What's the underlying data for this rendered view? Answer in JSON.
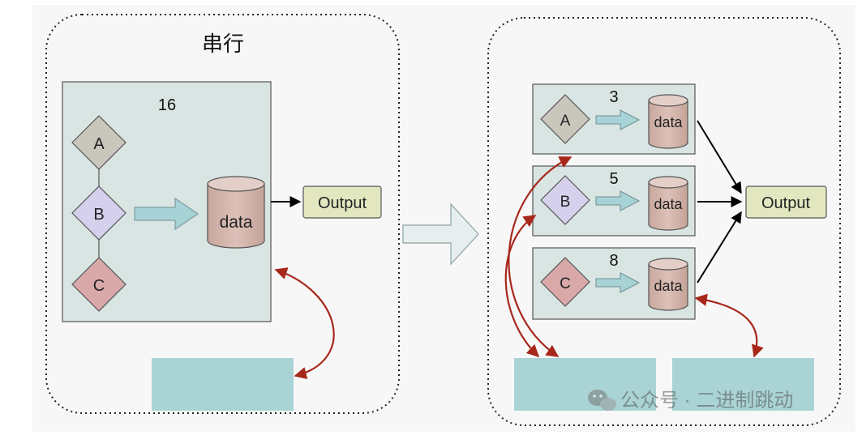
{
  "left": {
    "title": "串行",
    "block_number": "16",
    "nodes": {
      "a": "A",
      "b": "B",
      "c": "C"
    },
    "storage_label": "data",
    "output_label": "Output"
  },
  "right": {
    "title": "",
    "rows": [
      {
        "node": "A",
        "number": "3",
        "storage_label": "data"
      },
      {
        "node": "B",
        "number": "5",
        "storage_label": "data"
      },
      {
        "node": "C",
        "number": "8",
        "storage_label": "data"
      }
    ],
    "output_label": "Output"
  },
  "watermark": {
    "text": "公众号 · 二进制跳动",
    "icon": "wechat-icon"
  },
  "colors": {
    "page_bg": "#f7f7f7",
    "block_fill": "#d9e5e3",
    "node_a": "#c9c6bc",
    "node_b": "#d5d1ec",
    "node_c": "#d9a8a9",
    "storage": "#d4b6ad",
    "output": "#e3e7c0",
    "link_arrow": "#a7d2d6",
    "curve": "#a7281b",
    "placeholder": "#a9d3d4"
  }
}
